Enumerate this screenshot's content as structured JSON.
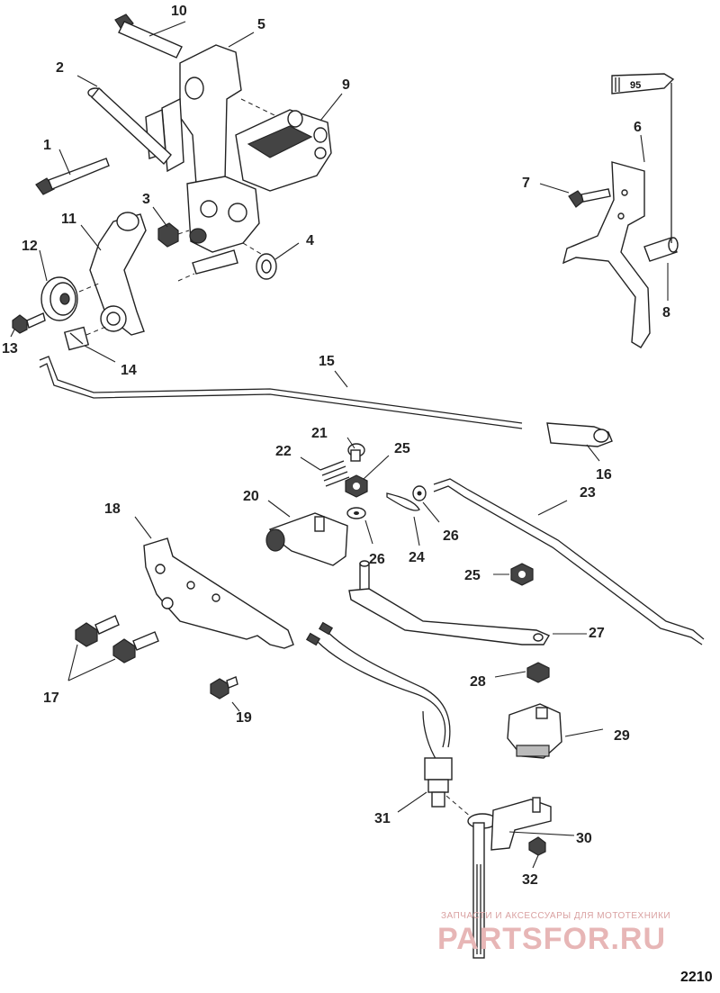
{
  "callouts": {
    "c1": "1",
    "c2": "2",
    "c3": "3",
    "c4": "4",
    "c5": "5",
    "c6": "6",
    "c7": "7",
    "c8": "8",
    "c9": "9",
    "c10": "10",
    "c11": "11",
    "c12": "12",
    "c13": "13",
    "c14": "14",
    "c15": "15",
    "c16": "16",
    "c17": "17",
    "c18": "18",
    "c19": "19",
    "c20": "20",
    "c21": "21",
    "c22": "22",
    "c23": "23",
    "c24": "24",
    "c25a": "25",
    "c25b": "25",
    "c26a": "26",
    "c26b": "26",
    "c27": "27",
    "c28": "28",
    "c29": "29",
    "c30": "30",
    "c31": "31",
    "c32": "32"
  },
  "sealant_tube_label": "95",
  "diagram_ref": "2210",
  "watermark": {
    "tagline": "ЗАПЧАСТИ И АКСЕССУАРЫ ДЛЯ МОТОТЕХНИКИ",
    "brand": "PARTSFOR.RU"
  }
}
